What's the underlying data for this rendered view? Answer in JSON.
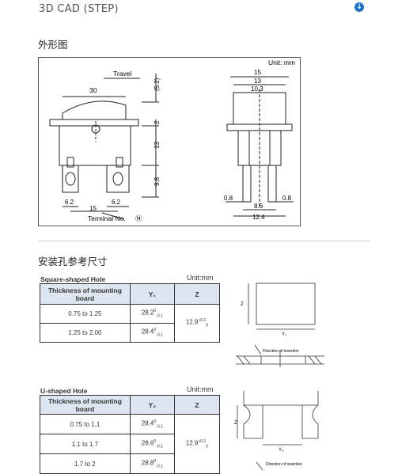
{
  "header": {
    "title": "3D CAD (STEP)",
    "download_icon": "download-icon"
  },
  "outline": {
    "title": "外形图",
    "unit": "Unit: mm",
    "labels": {
      "travel": "Travel",
      "terminal": "Terminal No.",
      "terminal_mark": "Ⓗ"
    },
    "dims": {
      "d30": "30",
      "d5_2": "(5.2)",
      "d2": "2",
      "d13": "13",
      "d9_8": "9.8",
      "d6_2a": "6.2",
      "d6_2b": "6.2",
      "d15b": "15",
      "d15": "15",
      "d13r": "13",
      "d10_3": "10.3",
      "d0_8a": "0.8",
      "d0_8b": "0.8",
      "d8_6": "8.6",
      "d12_4": "12.4"
    }
  },
  "mounting": {
    "title": "安装孔参考尺寸",
    "square": {
      "caption": "Square-shaped Hole",
      "unit": "Unit:mm",
      "headers": [
        "Thickness of mounting board",
        "Y₁",
        "Z"
      ],
      "rows": [
        {
          "thickness": "0.75 to 1.25",
          "y_base": "28.2",
          "y_sup": "0",
          "y_sub": "-0.1"
        },
        {
          "thickness": "1.25 to 2.00",
          "y_base": "28.4",
          "y_sup": "0",
          "y_sub": "-0.1"
        }
      ],
      "z": {
        "base": "12.9",
        "sup": "+0.1",
        "sub": "0"
      },
      "diagram": {
        "z": "Z",
        "y": "Y₁",
        "insertion": "Direction of insertion"
      }
    },
    "u_shaped": {
      "caption": "U-shaped Hole",
      "unit": "Unit:mm",
      "headers": [
        "Thickness of mounting board",
        "Y₂",
        "Z"
      ],
      "rows": [
        {
          "thickness": "0.75 to 1.1",
          "y_base": "28.4",
          "y_sup": "0",
          "y_sub": "-0.1"
        },
        {
          "thickness": "1.1 to 1.7",
          "y_base": "28.6",
          "y_sup": "0",
          "y_sub": "-0.1"
        },
        {
          "thickness": "1.7 to 2",
          "y_base": "28.8",
          "y_sup": "0",
          "y_sub": "-0.1"
        }
      ],
      "z": {
        "base": "12.9",
        "sup": "+0.1",
        "sub": "0"
      },
      "diagram": {
        "z": "Z",
        "y": "Y₂",
        "insertion": "Direction of insertion"
      }
    }
  }
}
